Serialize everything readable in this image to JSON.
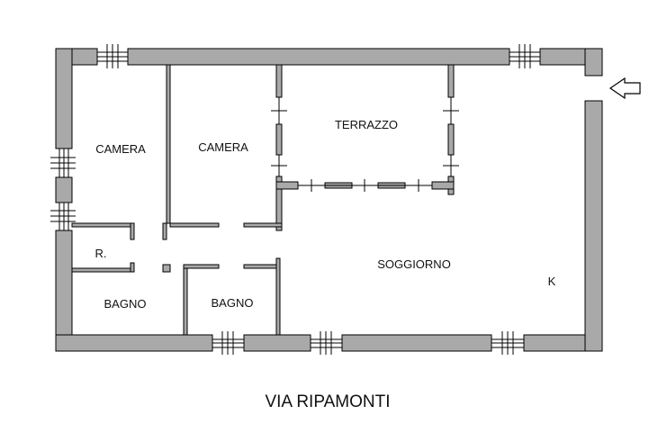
{
  "colors": {
    "wall_fill": "#a9a9a9",
    "wall_stroke": "#000000",
    "background": "#ffffff"
  },
  "rooms": {
    "camera_1": "CAMERA",
    "camera_2": "CAMERA",
    "terrazzo": "TERRAZZO",
    "ripostiglio": "R.",
    "bagno_1": "BAGNO",
    "bagno_2": "BAGNO",
    "soggiorno": "SOGGIORNO",
    "kitchen": "K"
  },
  "street_name": "VIA RIPAMONTI",
  "entrance_icon": "arrow-left-icon"
}
